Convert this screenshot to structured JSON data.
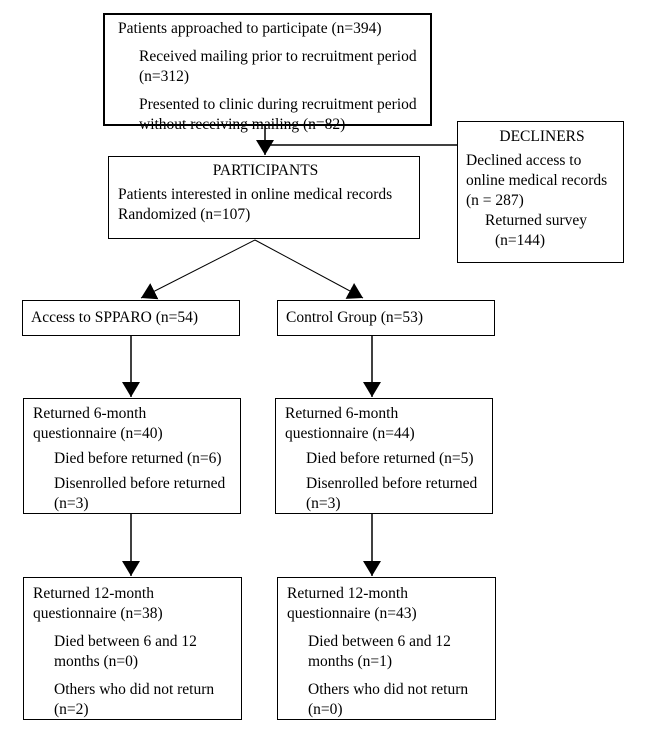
{
  "colors": {
    "background": "#ffffff",
    "text": "#000000",
    "box_border": "#000000",
    "arrow": "#000000"
  },
  "boxes": {
    "approached": {
      "line1": "Patients approached to participate (n=394)",
      "sub1": "Received mailing prior to recruitment period (n=312)",
      "sub2": "Presented to clinic during recruitment period without receiving mailing (n=82)"
    },
    "participants": {
      "title": "PARTICIPANTS",
      "line1": "Patients interested in online medical records",
      "line2": "Randomized (n=107)"
    },
    "decliners": {
      "title": "DECLINERS",
      "body": "Declined access to online medical records (n = 287)",
      "sub1": "Returned survey (n=144)"
    },
    "spparo_arm": {
      "label": "Access to SPPARO (n=54)"
    },
    "control_arm": {
      "label": "Control Group (n=53)"
    },
    "spparo_6mo": {
      "line1": "Returned 6-month questionnaire (n=40)",
      "sub1": "Died before returned (n=6)",
      "sub2": "Disenrolled before returned (n=3)"
    },
    "control_6mo": {
      "line1": "Returned 6-month questionnaire (n=44)",
      "sub1": "Died before returned (n=5)",
      "sub2": "Disenrolled before returned (n=3)"
    },
    "spparo_12mo": {
      "line1": "Returned 12-month questionnaire (n=38)",
      "sub1": "Died between 6 and 12 months  (n=0)",
      "sub2": "Others who did not return (n=2)"
    },
    "control_12mo": {
      "line1": "Returned 12-month questionnaire (n=43)",
      "sub1": "Died between 6 and 12 months (n=1)",
      "sub2": "Others who did not return (n=0)"
    }
  }
}
